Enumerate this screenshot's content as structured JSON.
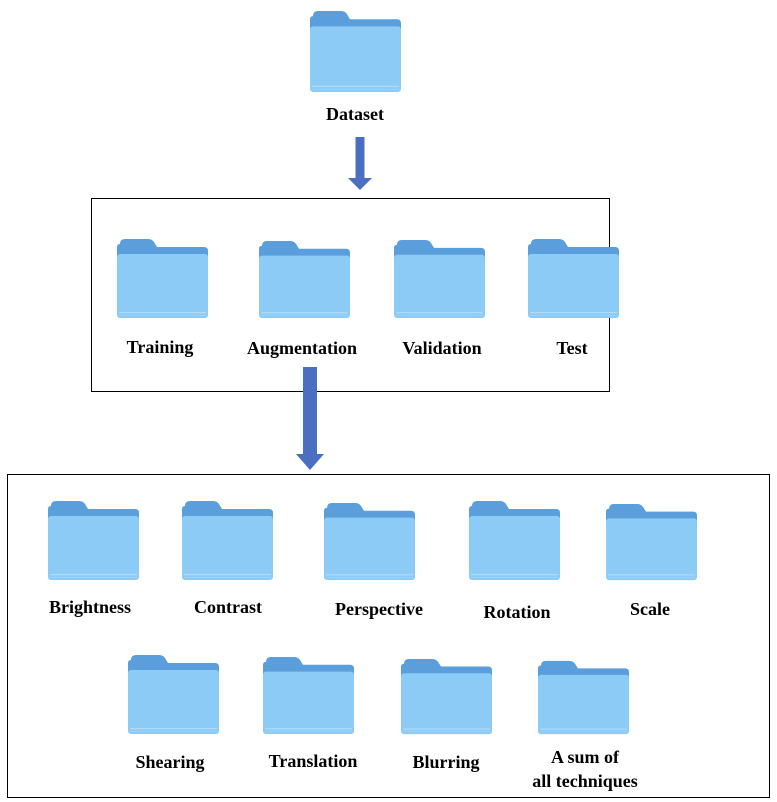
{
  "colors": {
    "folder_front": "#8CCBF5",
    "folder_back": "#5A9FDC",
    "arrow": "#4A6FC2"
  },
  "icon": "folder-icon",
  "root": {
    "label": "Dataset"
  },
  "splits": [
    {
      "label": "Training"
    },
    {
      "label": "Augmentation"
    },
    {
      "label": "Validation"
    },
    {
      "label": "Test"
    }
  ],
  "techniques": [
    {
      "label": "Brightness"
    },
    {
      "label": "Contrast"
    },
    {
      "label": "Perspective"
    },
    {
      "label": "Rotation"
    },
    {
      "label": "Scale"
    },
    {
      "label": "Shearing"
    },
    {
      "label": "Translation"
    },
    {
      "label": "Blurring"
    },
    {
      "label": "A sum of\nall techniques"
    }
  ]
}
